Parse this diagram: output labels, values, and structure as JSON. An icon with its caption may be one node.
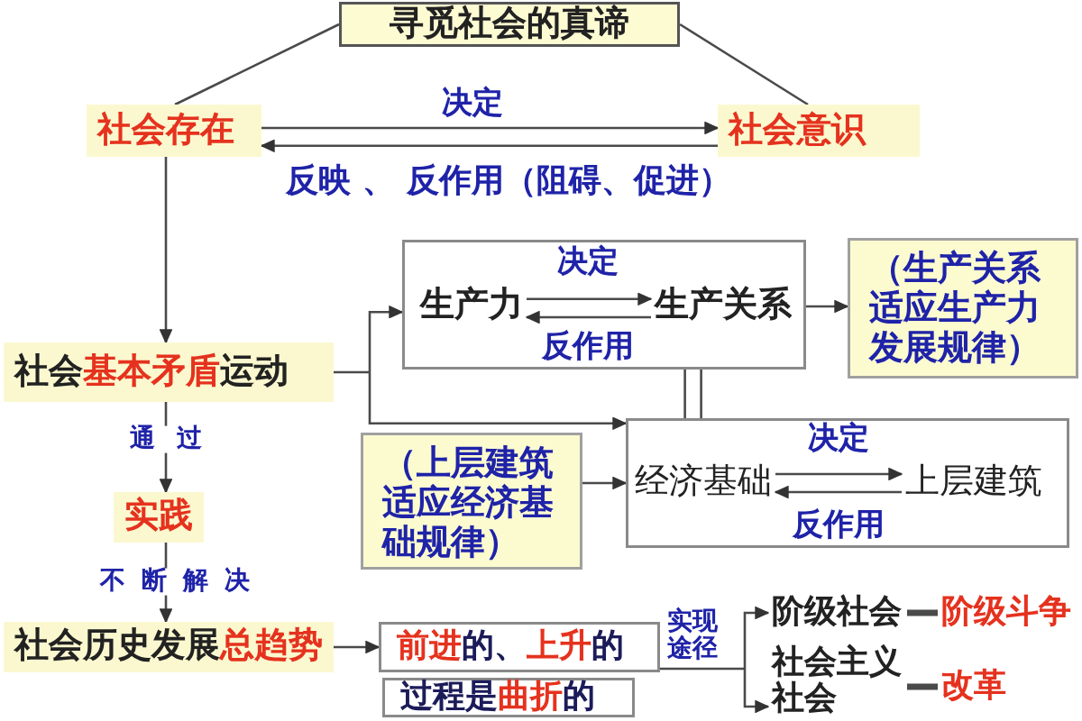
{
  "diagram": {
    "nodes": [
      {
        "text": [
          "寻觅社会的真谛"
        ]
      },
      {
        "text": [
          "社会存在"
        ]
      },
      {
        "text": [
          "社会意识"
        ]
      },
      {
        "text": [
          "社会**基本矛盾**运动"
        ]
      },
      {
        "text": [],
        "shape": "box"
      },
      {
        "text": [
          "生产力"
        ],
        "in": 4
      },
      {
        "text": [
          "生产关系"
        ],
        "in": 4
      },
      {
        "text": [
          "（生产关系适应生产力发展规律）"
        ]
      },
      {
        "text": [
          "（上层建筑适应经济基础规律）"
        ]
      },
      {
        "text": [],
        "shape": "box"
      },
      {
        "text": [
          "经济基础"
        ],
        "in": 9
      },
      {
        "text": [
          "上层建筑"
        ],
        "in": 9
      },
      {
        "text": [
          "实践"
        ]
      },
      {
        "text": [
          "社会历史发展**总趋势**"
        ]
      },
      {
        "text": [
          "**前进**的、**上升**的"
        ]
      },
      {
        "text": [
          "阶级社会"
        ]
      },
      {
        "text": [
          "阶级斗争"
        ]
      },
      {
        "text": [
          "社会主义社会"
        ]
      },
      {
        "text": [
          "改革"
        ]
      },
      {
        "text": [
          "过程是**曲折**的"
        ]
      }
    ],
    "edges": [
      {
        "from": 0,
        "to": 1,
        "arrow": "none"
      },
      {
        "from": 0,
        "to": 2,
        "arrow": "none"
      },
      {
        "from": 1,
        "to": 2,
        "arrow": "to",
        "label": "决定"
      },
      {
        "from": 2,
        "to": 1,
        "arrow": "to",
        "label": "反映 、 反作用（阻碍、促进）"
      },
      {
        "from": 1,
        "to": 3,
        "arrow": "to"
      },
      {
        "from": 3,
        "to": 4,
        "arrow": "to"
      },
      {
        "from": 3,
        "to": 9,
        "arrow": "to"
      },
      {
        "from": 5,
        "to": 6,
        "arrow": "to",
        "label": "决定"
      },
      {
        "from": 6,
        "to": 5,
        "arrow": "to",
        "label": "反作用"
      },
      {
        "from": 4,
        "to": 7,
        "arrow": "to"
      },
      {
        "from": 4,
        "to": 9,
        "arrow": "none"
      },
      {
        "from": 8,
        "to": 9,
        "arrow": "to"
      },
      {
        "from": 10,
        "to": 11,
        "arrow": "to",
        "label": "决定"
      },
      {
        "from": 11,
        "to": 10,
        "arrow": "to",
        "label": "反作用"
      },
      {
        "from": 3,
        "to": 12,
        "arrow": "to",
        "label": "通过"
      },
      {
        "from": 12,
        "to": 13,
        "arrow": "to",
        "label": "不断解决"
      },
      {
        "from": 13,
        "to": 14,
        "arrow": "to"
      },
      {
        "from": 14,
        "to": 15,
        "arrow": "to",
        "label": "实现途径"
      },
      {
        "from": 14,
        "to": 17,
        "arrow": "to"
      },
      {
        "from": 15,
        "to": 16,
        "arrow": "none",
        "style": "thick"
      },
      {
        "from": 17,
        "to": 18,
        "arrow": "none",
        "style": "thick"
      }
    ]
  }
}
